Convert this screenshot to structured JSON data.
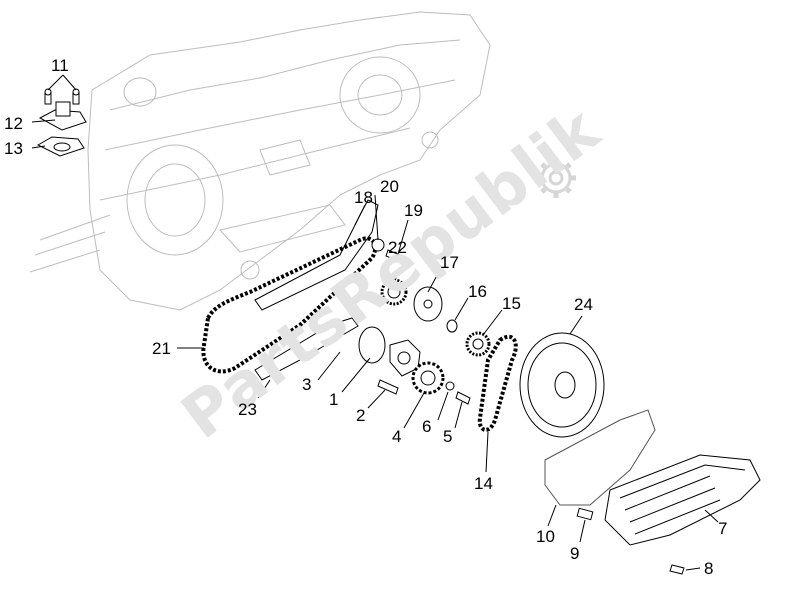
{
  "watermark": {
    "text": "PartsRepublik",
    "color": "#e2e2e2",
    "icon": "gear-icon"
  },
  "callouts": [
    {
      "num": "11"
    },
    {
      "num": "12"
    },
    {
      "num": "13"
    },
    {
      "num": "18"
    },
    {
      "num": "20"
    },
    {
      "num": "19"
    },
    {
      "num": "22"
    },
    {
      "num": "17"
    },
    {
      "num": "16"
    },
    {
      "num": "15"
    },
    {
      "num": "24"
    },
    {
      "num": "21"
    },
    {
      "num": "3"
    },
    {
      "num": "23"
    },
    {
      "num": "1"
    },
    {
      "num": "2"
    },
    {
      "num": "4"
    },
    {
      "num": "6"
    },
    {
      "num": "5"
    },
    {
      "num": "14"
    },
    {
      "num": "10"
    },
    {
      "num": "9"
    },
    {
      "num": "7"
    },
    {
      "num": "8"
    }
  ],
  "colors": {
    "line": "#000000",
    "ghost": "#b8b8b8"
  }
}
